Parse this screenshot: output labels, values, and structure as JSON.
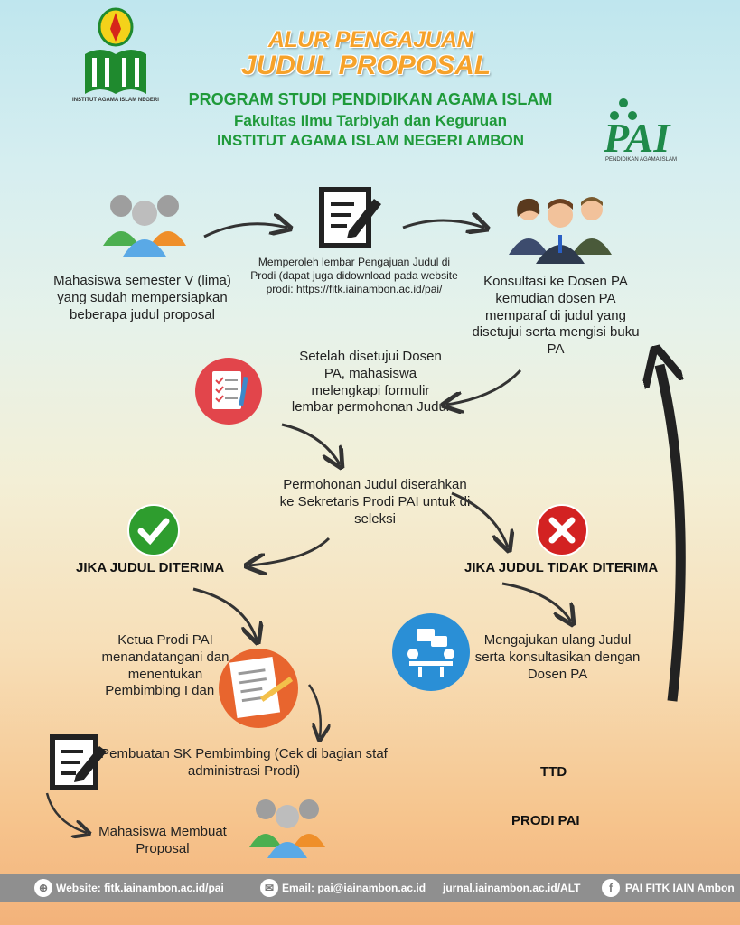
{
  "header": {
    "title_line1": "ALUR PENGAJUAN",
    "title_line2": "JUDUL PROPOSAL",
    "org_line1": "PROGRAM STUDI PENDIDIKAN AGAMA ISLAM",
    "org_line2": "Fakultas Ilmu Tarbiyah dan Keguruan",
    "org_line3": "INSTITUT AGAMA ISLAM NEGERI AMBON",
    "left_logo_caption": "INSTITUT AGAMA ISLAM NEGERI",
    "right_logo_text": "PAI",
    "right_logo_caption": "PENDIDIKAN AGAMA ISLAM"
  },
  "steps": {
    "step1": "Mahasiswa semester V (lima) yang sudah mempersiapkan beberapa judul proposal",
    "step2": "Memperoleh lembar Pengajuan Judul di Prodi (dapat juga didownload pada website prodi: https://fitk.iainambon.ac.id/pai/",
    "step3": "Konsultasi ke Dosen PA kemudian dosen PA memparaf di judul yang disetujui serta mengisi buku PA",
    "step4": "Setelah disetujui Dosen PA, mahasiswa melengkapi formulir lembar permohonan Judul",
    "step5": "Permohonan Judul diserahkan ke Sekretaris Prodi PAI untuk di seleksi",
    "accepted": "JIKA JUDUL DITERIMA",
    "rejected": "JIKA JUDUL TIDAK DITERIMA",
    "step6": "Ketua Prodi PAI menandatangani dan menentukan Pembimbing I dan II",
    "step7": "Mengajukan  ulang Judul serta konsultasikan dengan Dosen PA",
    "step8": "Pembuatan SK Pembimbing (Cek di bagian staf administrasi Prodi)",
    "step9": "Mahasiswa Membuat Proposal",
    "ttd": "TTD",
    "prodi": "PRODI PAI"
  },
  "footer": {
    "website": "Website: fitk.iainambon.ac.id/pai",
    "email": "Email: pai@iainambon.ac.id",
    "journal": "jurnal.iainambon.ac.id/ALT",
    "facebook": "PAI FITK IAIN Ambon"
  },
  "colors": {
    "title": "#f6a22a",
    "org_green": "#1f9a3a",
    "check_green": "#2e9d2e",
    "cross_red": "#d32222",
    "doc_red": "#e2454b",
    "meeting_blue": "#2a8fd6",
    "footer_gray": "#8f8f8f"
  }
}
